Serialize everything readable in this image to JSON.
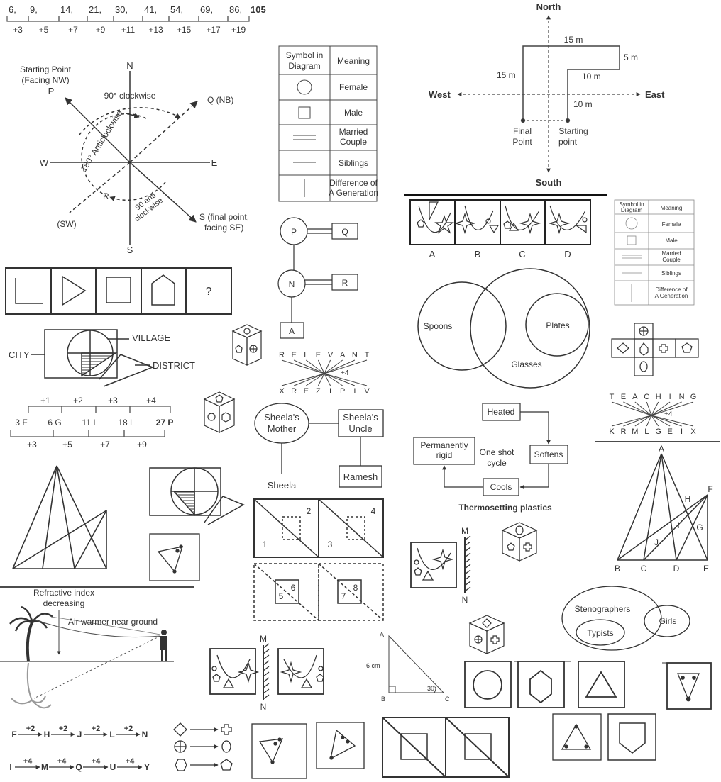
{
  "number_series": {
    "terms": [
      "6,",
      "9,",
      "14,",
      "21,",
      "30,",
      "41,",
      "54,",
      "69,",
      "86,",
      "105"
    ],
    "diffs": [
      "+3",
      "+5",
      "+7",
      "+9",
      "+11",
      "+13",
      "+15",
      "+17",
      "+19"
    ]
  },
  "compass_diagram": {
    "N": "N",
    "S": "S",
    "E": "E",
    "W": "W",
    "starting_point": [
      "Starting Point",
      "(Facing NW)"
    ],
    "P": "P",
    "Q": "Q (NB)",
    "R": "R",
    "sw": "(SW)",
    "s_final": [
      "S (final point,",
      "facing SE)"
    ],
    "turn_90_clockwise": "90° clockwise",
    "turn_180_anti": "180° Anticlockwise",
    "turn_90_anti": [
      "90 anti",
      "clockwise"
    ]
  },
  "symbol_table_main": {
    "headers": [
      "Symbol in Diagram",
      "Meaning"
    ],
    "header_lines": [
      [
        "Symbol in",
        "Diagram"
      ],
      [
        "Meaning"
      ]
    ],
    "rows": [
      {
        "symbol": "circle-icon",
        "meaning": [
          "Female"
        ]
      },
      {
        "symbol": "square-icon",
        "meaning": [
          "Male"
        ]
      },
      {
        "symbol": "double-line-icon",
        "meaning": [
          "Married",
          "Couple"
        ]
      },
      {
        "symbol": "single-line-icon",
        "meaning": [
          "Siblings"
        ]
      },
      {
        "symbol": "vertical-line-icon",
        "meaning": [
          "Difference of",
          "A Generation"
        ]
      }
    ]
  },
  "direction_map": {
    "north": "North",
    "south": "South",
    "east": "East",
    "west": "West",
    "seg_15m_top": "15 m",
    "seg_5m": "5 m",
    "seg_15m_left": "15 m",
    "seg_10m_mid": "10 m",
    "seg_10m_low": "10 m",
    "final_point": [
      "Final",
      "Point"
    ],
    "starting_point": [
      "Starting",
      "point"
    ]
  },
  "mirror_options": [
    "A",
    "B",
    "C",
    "D"
  ],
  "symbol_table_small": {
    "header_lines": [
      [
        "Symbol in",
        "Diagram"
      ],
      [
        "Meaning"
      ]
    ],
    "meanings": [
      [
        "Female"
      ],
      [
        "Male"
      ],
      [
        "Married",
        "Couple"
      ],
      [
        "Siblings"
      ],
      [
        "Difference of",
        "A Generation"
      ]
    ]
  },
  "shape_series": {
    "missing": "?"
  },
  "family_tree": {
    "P": "P",
    "Q": "Q",
    "N": "N",
    "R": "R",
    "A": "A"
  },
  "venn_spoons": {
    "spoons": "Spoons",
    "plates": "Plates",
    "glasses": "Glasses"
  },
  "venn_village": {
    "city": "CITY",
    "village": "VILLAGE",
    "district": "DISTRICT"
  },
  "coding_relevant": {
    "top": [
      "R",
      "E",
      "L",
      "E",
      "V",
      "A",
      "N",
      "T"
    ],
    "bottom": [
      "X",
      "R",
      "E",
      "Z",
      "I",
      "P",
      "I",
      "V"
    ],
    "shift": "+4"
  },
  "coding_teaching": {
    "top": [
      "T",
      "E",
      "A",
      "C",
      "H",
      "I",
      "N",
      "G"
    ],
    "bottom": [
      "K",
      "R",
      "M",
      "L",
      "G",
      "E",
      "I",
      "X"
    ],
    "shift": "+4"
  },
  "alpha_number_series": {
    "terms": [
      "3 F",
      "6 G",
      "11 I",
      "18 L",
      "27 P"
    ],
    "letter_diffs": [
      "+1",
      "+2",
      "+3",
      "+4"
    ],
    "number_diffs": [
      "+3",
      "+5",
      "+7",
      "+9"
    ]
  },
  "sheela_tree": {
    "mother": [
      "Sheela's",
      "Mother"
    ],
    "uncle": [
      "Sheela's",
      "Uncle"
    ],
    "sheela": "Sheela",
    "ramesh": "Ramesh"
  },
  "thermo_cycle": {
    "heated": "Heated",
    "softens": "Softens",
    "cools": "Cools",
    "rigid": [
      "Permanently",
      "rigid"
    ],
    "center": [
      "One shot",
      "cycle"
    ],
    "caption": "Thermosetting plastics"
  },
  "triangle_count": {
    "labels": [
      "A",
      "B",
      "C",
      "D",
      "E",
      "F",
      "G",
      "H",
      "I",
      "J"
    ]
  },
  "paper_fold": {
    "nums": [
      "1",
      "2",
      "3",
      "4",
      "5",
      "6",
      "7",
      "8"
    ]
  },
  "mirror_labels": {
    "M1": "M",
    "N1": "N",
    "M2": "M",
    "N2": "N"
  },
  "mirage": {
    "refractive": [
      "Refractive index",
      "decreasing"
    ],
    "air": "Air warmer near ground"
  },
  "right_triangle": {
    "A": "A",
    "B": "B",
    "C": "C",
    "side": "6 cm",
    "angle": "30°"
  },
  "venn_steno": {
    "stenographers": "Stenographers",
    "typists": "Typists",
    "girls": "Girls"
  },
  "letter_series": {
    "row1": [
      "F",
      "H",
      "J",
      "L",
      "N"
    ],
    "row2": [
      "I",
      "M",
      "Q",
      "U",
      "Y"
    ],
    "shift1": "+2",
    "shift2": "+4"
  }
}
